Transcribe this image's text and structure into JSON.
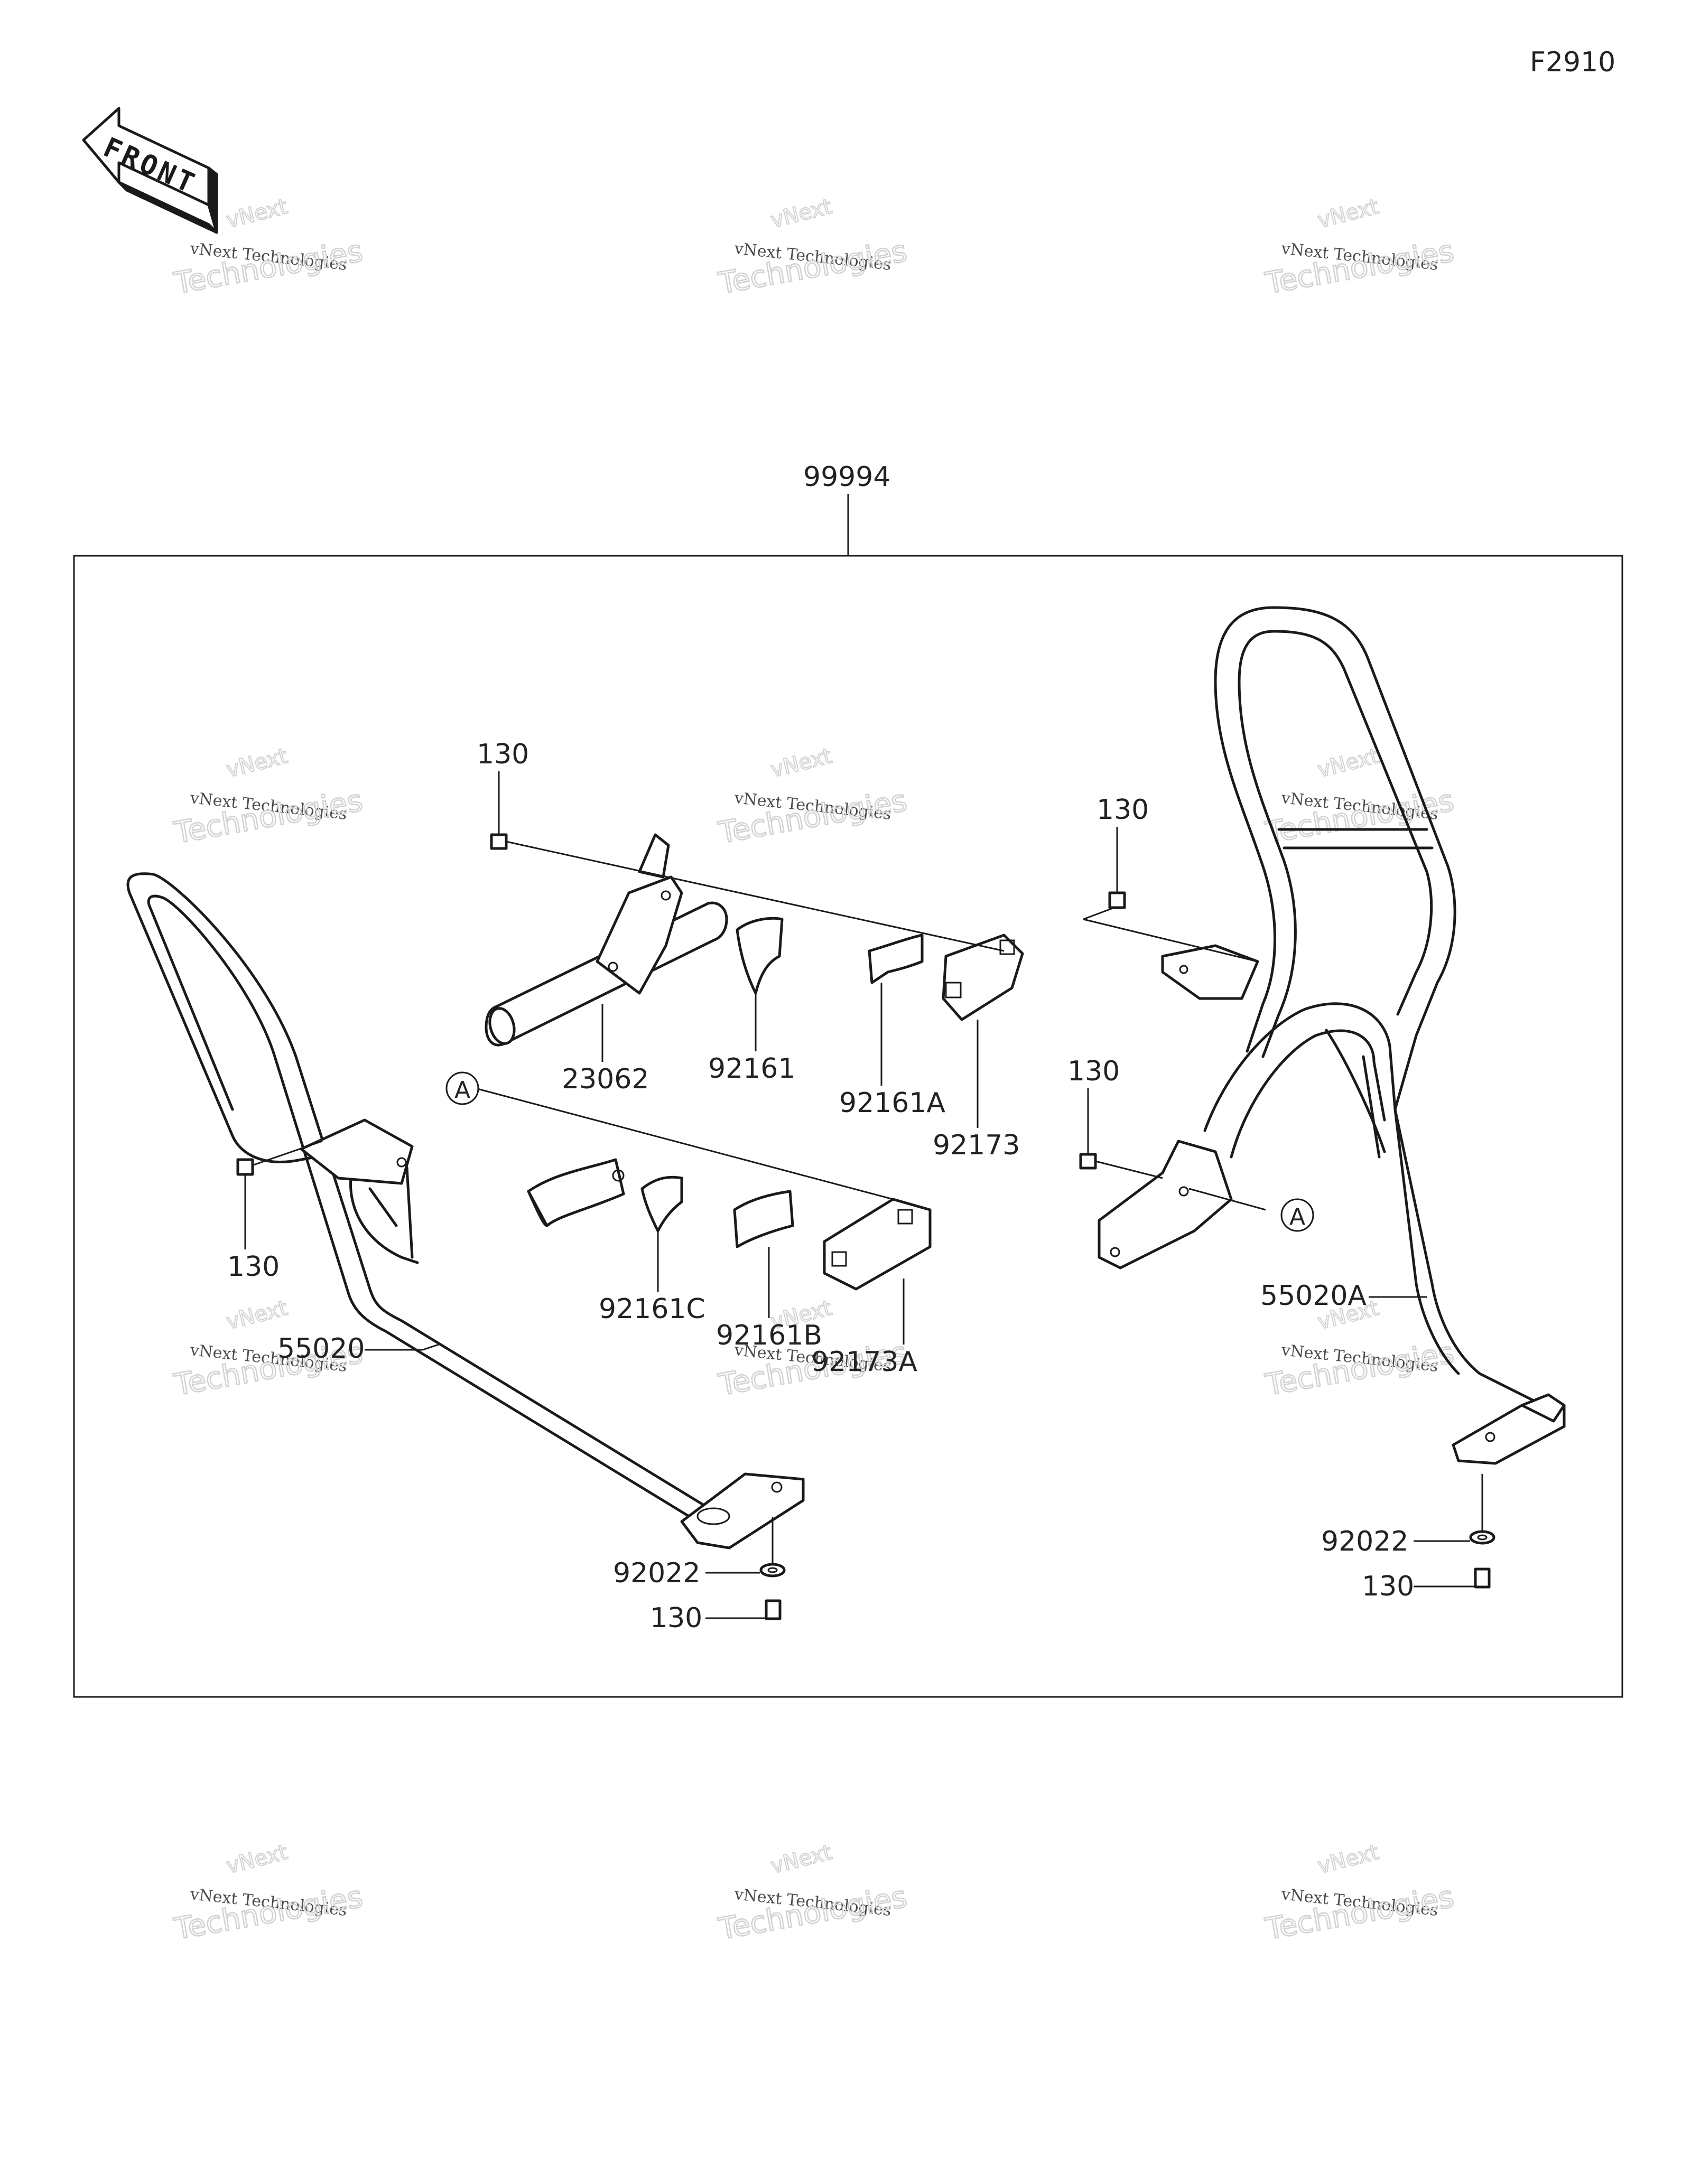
{
  "figure_code": "F2910",
  "front_arrow_text": "FRONT",
  "watermark": {
    "line1": "vNext Technologies",
    "line2": "Technologies",
    "line3": "vNext"
  },
  "labels": {
    "kit": "99994",
    "bolt": "130",
    "collar": "23062",
    "pad": "92161",
    "pad_a": "92161A",
    "pad_b": "92161B",
    "pad_c": "92161C",
    "clamp": "92173",
    "clamp_a": "92173A",
    "guard_left": "55020",
    "guard_right": "55020A",
    "washer": "92022",
    "ref_a": "A"
  }
}
